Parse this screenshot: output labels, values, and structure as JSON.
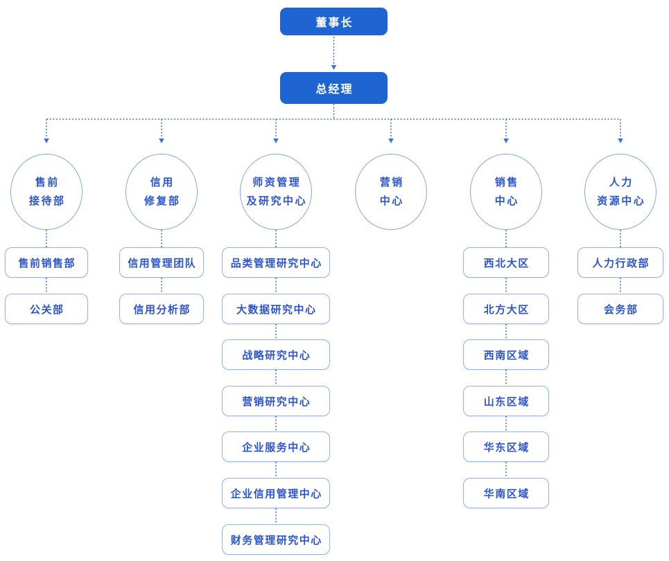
{
  "palette": {
    "primary_fill": "#1f65d2",
    "primary_text": "#ffffff",
    "node_text": "#2b55cf",
    "box_border": "#8fb3ea",
    "circle_border": "#7fa9e4",
    "connector": "#3b74d6",
    "background": "#ffffff"
  },
  "org": {
    "chairman": "董事长",
    "general_manager": "总经理",
    "departments": [
      {
        "name": "售前接待部",
        "label_lines": [
          "售前",
          "接待部"
        ],
        "children": [
          "售前销售部",
          "公关部"
        ]
      },
      {
        "name": "信用修复部",
        "label_lines": [
          "信用",
          "修复部"
        ],
        "children": [
          "信用管理团队",
          "信用分析部"
        ]
      },
      {
        "name": "师资管理及研究中心",
        "label_lines": [
          "师资管理",
          "及研究中心"
        ],
        "children": [
          "品类管理研究中心",
          "大数据研究中心",
          "战略研究中心",
          "营销研究中心",
          "企业服务中心",
          "企业信用管理中心",
          "财务管理研究中心"
        ]
      },
      {
        "name": "营销中心",
        "label_lines": [
          "营销",
          "中心"
        ],
        "children": []
      },
      {
        "name": "销售中心",
        "label_lines": [
          "销售",
          "中心"
        ],
        "children": [
          "西北大区",
          "北方大区",
          "西南区域",
          "山东区域",
          "华东区域",
          "华南区域"
        ]
      },
      {
        "name": "人力资源中心",
        "label_lines": [
          "人力",
          "资源中心"
        ],
        "children": [
          "人力行政部",
          "会务部"
        ]
      }
    ]
  }
}
